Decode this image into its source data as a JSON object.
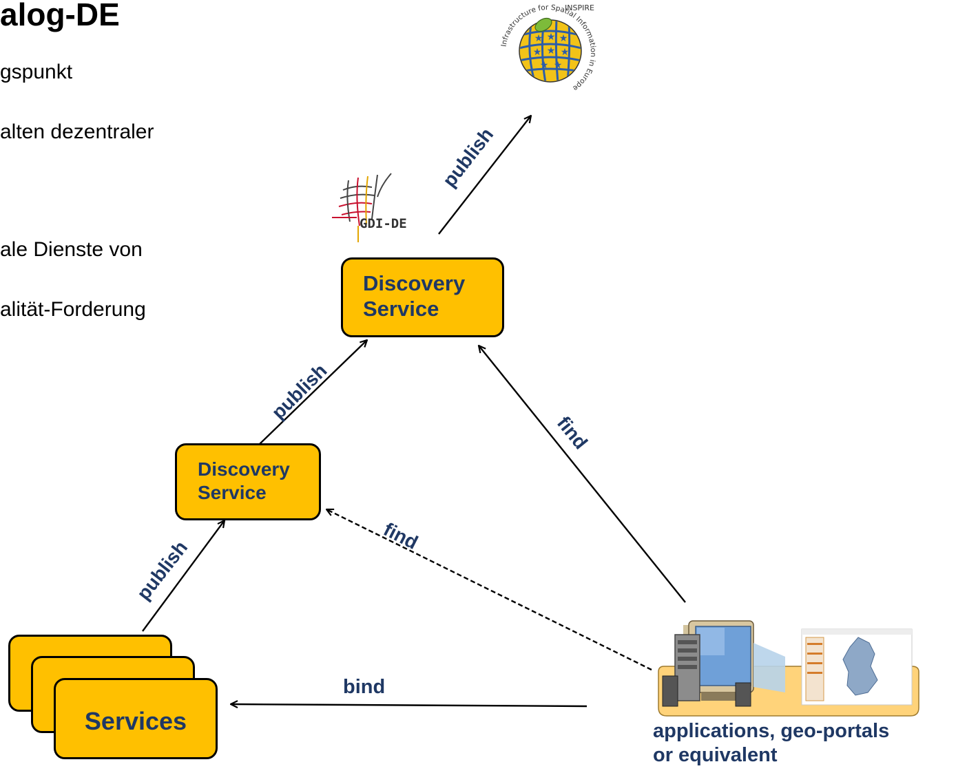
{
  "slide": {
    "title": "alog-DE",
    "bullets": [
      "gspunkt",
      "alten dezentraler",
      "ale Dienste von",
      "alität-Forderung"
    ]
  },
  "nodes": {
    "top_discovery": {
      "line1": "Discovery",
      "line2": "Service"
    },
    "mid_discovery": {
      "line1": "Discovery",
      "line2": "Service"
    },
    "services": {
      "label": "Services"
    },
    "client": {
      "line1": "applications, geo-portals",
      "line2": "or equivalent"
    }
  },
  "logos": {
    "inspire": {
      "text_top": "INSPIRE",
      "text_ring": "Infrastructure for Spatial Information in Europe"
    },
    "gdi": {
      "text": "GDI-DE"
    }
  },
  "edges": {
    "publish_to_inspire": "publish",
    "publish_mid_to_top": "publish",
    "publish_services_to_mid": "publish",
    "find_client_to_top": "find",
    "find_client_to_mid": "find",
    "bind_client_to_services": "bind"
  },
  "colors": {
    "box_fill": "#FFC000",
    "label_navy": "#1F3864",
    "client_panel": "#FFD37A"
  }
}
